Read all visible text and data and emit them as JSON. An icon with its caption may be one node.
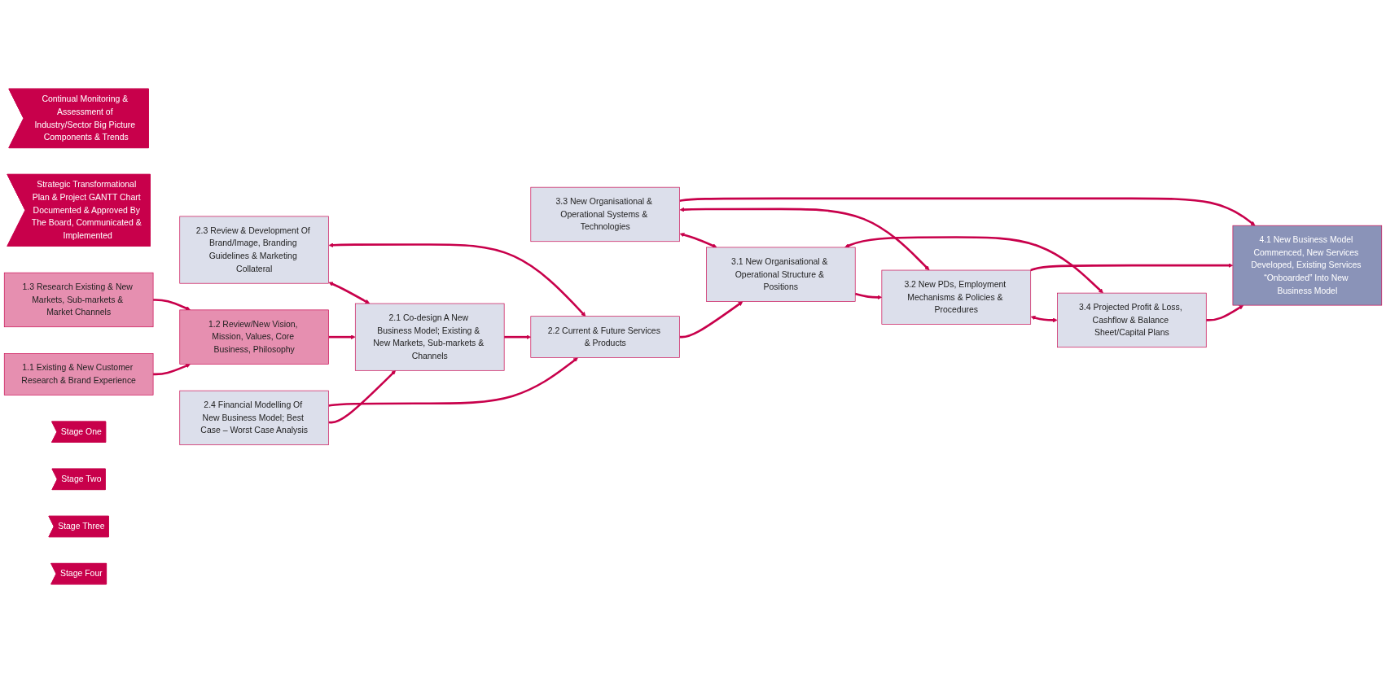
{
  "diagram": {
    "nodes": [
      {
        "text": [
          "Continual Monitoring & Assessment of Industry/Sector Big Picture Components & Trends"
        ]
      },
      {
        "text": [
          "Strategic Transformational Plan & Project GANTT Chart Documented & Approved By The Board, Communicated & Implemented"
        ]
      },
      {
        "text": [
          "1.1 Existing & New Customer Research & Brand Experience"
        ]
      },
      {
        "text": [
          "2.3 Review & Development Of Brand/Image, Branding Guidelines & Marketing Collateral"
        ]
      },
      {
        "text": [
          "3.3 New Organisational & Operational Systems & Technologies"
        ]
      },
      {
        "text": [
          "4.1 New Business Model Commenced, New Services Developed, Existing Services “Onboarded” Into New Business Model"
        ]
      },
      {
        "text": [
          "1.2 Review/New Vision, Mission, Values, Core Business, Philosophy"
        ]
      },
      {
        "text": [
          "2.1 Co-design A New Business Model; Existing & New Markets, Sub-markets & Channels"
        ]
      },
      {
        "text": [
          "2.2 Current & Future Services & Products"
        ]
      },
      {
        "text": [
          "3.1 New Organisational & Operational Structure & Positions"
        ]
      },
      {
        "text": [
          "3.2 New PDs, Employment Mechanisms & Policies & Procedures"
        ]
      },
      {
        "text": [
          "1.3 Research Existing & New Markets, Sub-markets & Market Channels"
        ]
      },
      {
        "text": [
          "2.4 Financial Modelling Of New Business Model; Best Case – Worst Case Analysis"
        ]
      },
      {
        "text": [
          "3.4 Projected Profit & Loss, Cashflow & Balance Sheet/Capital Plans"
        ]
      },
      {
        "text": [
          "Stage One"
        ]
      },
      {
        "text": [
          "Stage Two"
        ]
      },
      {
        "text": [
          "Stage Three"
        ]
      },
      {
        "text": [
          "Stage Four"
        ]
      }
    ],
    "edges": [
      {
        "from": 2,
        "to": 6,
        "arrow": "to"
      },
      {
        "from": 11,
        "to": 6,
        "arrow": "to"
      },
      {
        "from": 6,
        "to": 7,
        "arrow": "to"
      },
      {
        "from": 3,
        "to": 7,
        "arrow": "both"
      },
      {
        "from": 3,
        "to": 8,
        "arrow": "both"
      },
      {
        "from": 12,
        "to": 7,
        "arrow": "to"
      },
      {
        "from": 12,
        "to": 8,
        "arrow": "to"
      },
      {
        "from": 7,
        "to": 8,
        "arrow": "to"
      },
      {
        "from": 8,
        "to": 9,
        "arrow": "to"
      },
      {
        "from": 4,
        "to": 9,
        "arrow": "both"
      },
      {
        "from": 4,
        "to": 10,
        "arrow": "both"
      },
      {
        "from": 9,
        "to": 10,
        "arrow": "to"
      },
      {
        "from": 9,
        "to": 13,
        "arrow": "both"
      },
      {
        "from": 10,
        "to": 13,
        "arrow": "both"
      },
      {
        "from": 4,
        "to": 5,
        "arrow": "to"
      },
      {
        "from": 10,
        "to": 5,
        "arrow": "to"
      },
      {
        "from": 13,
        "to": 5,
        "arrow": "to"
      }
    ]
  }
}
